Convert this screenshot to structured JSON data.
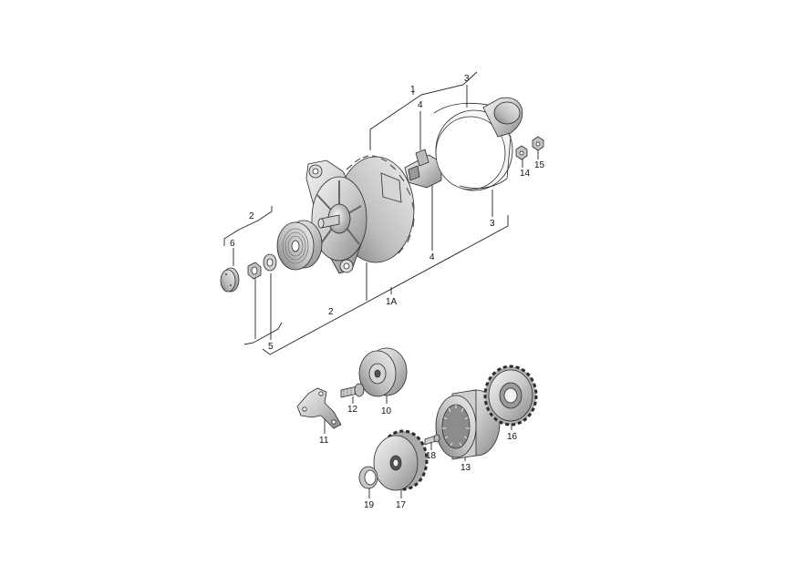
{
  "diagram": {
    "labels": {
      "l1": "1",
      "l1A": "1A",
      "l2_top": "2",
      "l2_bottom": "2",
      "l3_top": "3",
      "l3_bottom": "3",
      "l4_top": "4",
      "l4_bottom": "4",
      "l5": "5",
      "l6": "6",
      "l10": "10",
      "l11": "11",
      "l12": "12",
      "l13": "13",
      "l14": "14",
      "l15": "15",
      "l16": "16",
      "l17": "17",
      "l18": "18",
      "l19": "19"
    },
    "colors": {
      "metal_light": "#e2e2e2",
      "metal_mid": "#b8b8b8",
      "metal_dark": "#7c7c7c",
      "line": "#222222"
    }
  }
}
